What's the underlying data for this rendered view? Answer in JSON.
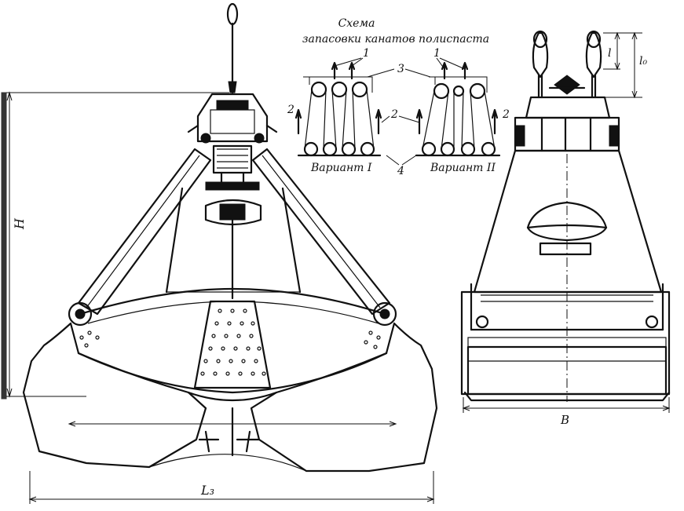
{
  "scheme": {
    "title_line1": "Схема",
    "title_line2": "запасовки канатов полиспаста",
    "variant_1": "Вариант I",
    "variant_2": "Вариант II"
  },
  "callouts": {
    "rope_1": "1",
    "rope_1b": "1",
    "block_3": "3",
    "arrow_2_left": "2",
    "arrow_2_mid": "2",
    "arrow_2_right": "2",
    "drum_4": "4"
  },
  "dimensions": {
    "height_H": "H",
    "width_Lz": "L₃",
    "width_B": "B",
    "link_l": "l",
    "link_l0": "l₀"
  }
}
